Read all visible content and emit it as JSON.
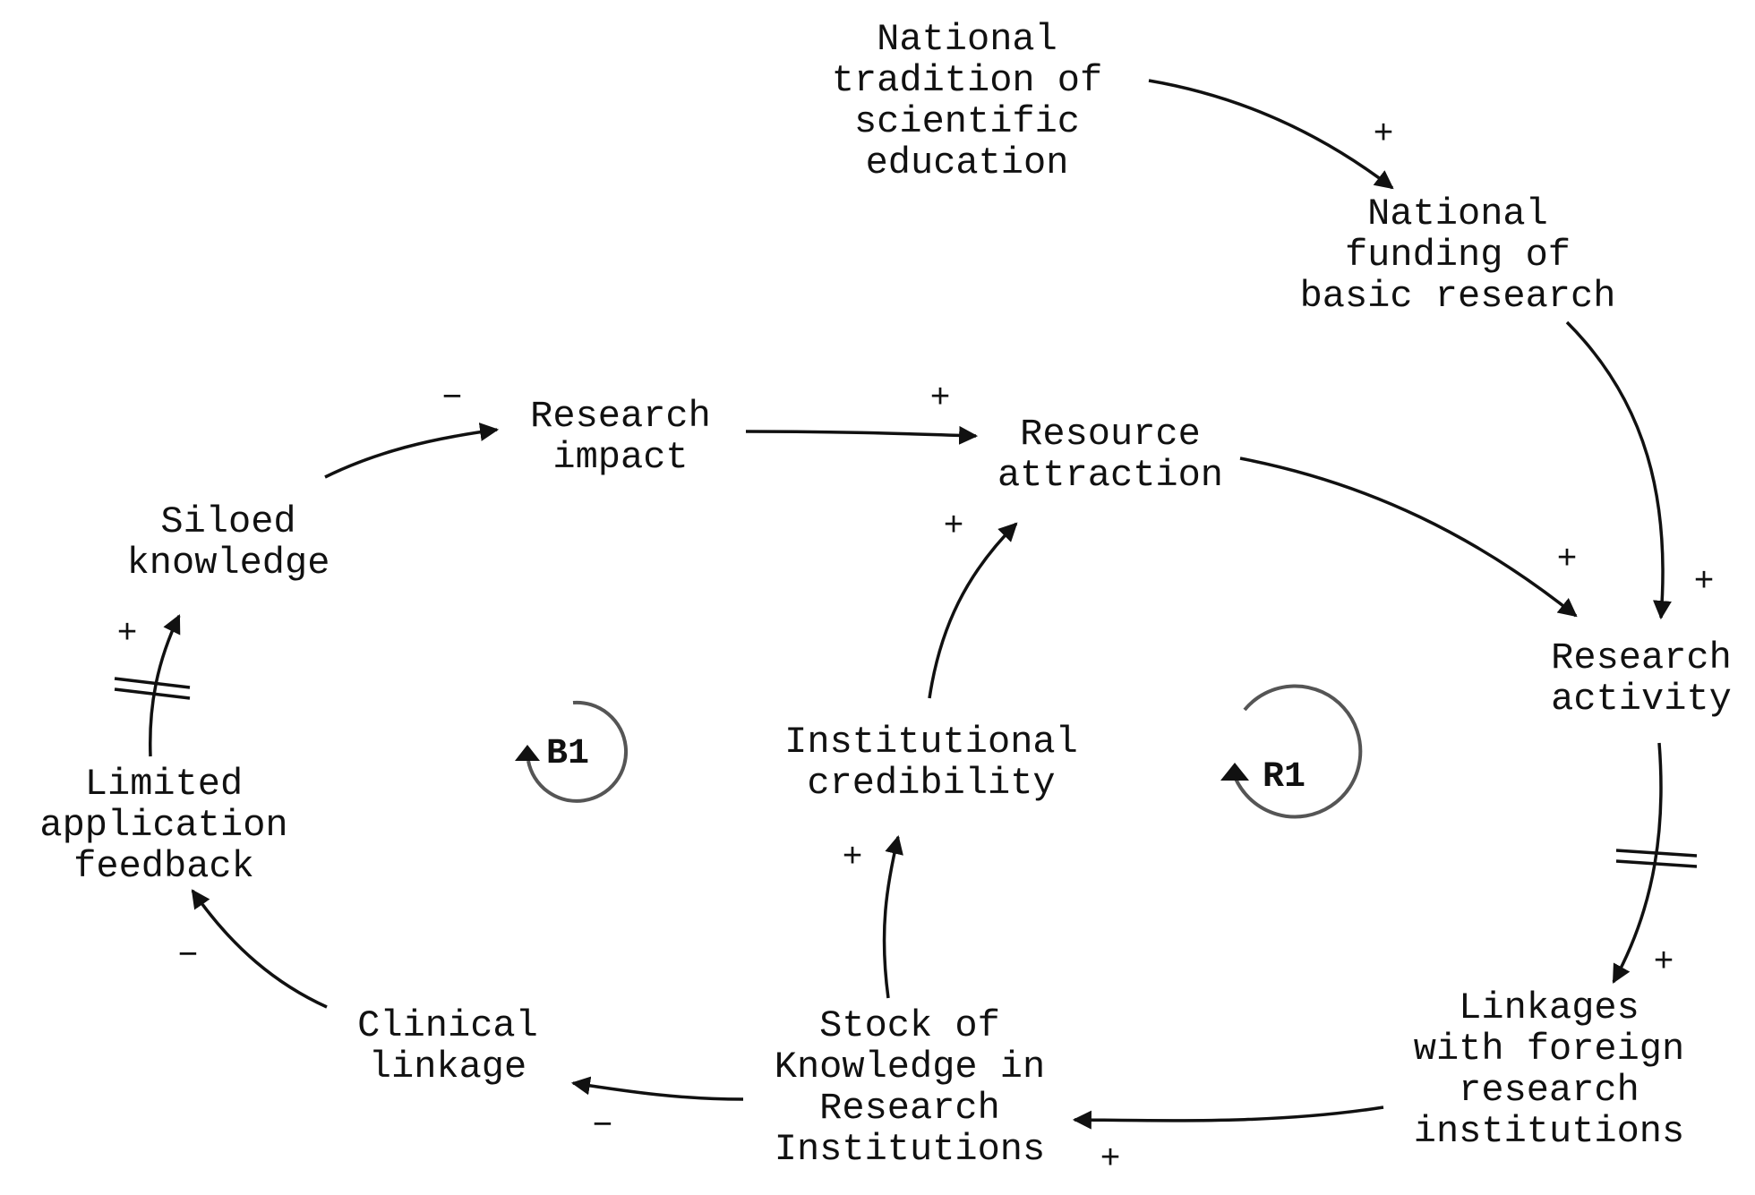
{
  "nodes": {
    "national_tradition": [
      "National",
      "tradition of",
      "scientific",
      "education"
    ],
    "national_funding": [
      "National",
      "funding of",
      "basic research"
    ],
    "research_impact": [
      "Research",
      "impact"
    ],
    "resource_attraction": [
      "Resource",
      "attraction"
    ],
    "siloed_knowledge": [
      "Siloed",
      "knowledge"
    ],
    "research_activity": [
      "Research",
      "activity"
    ],
    "institutional_credibility": [
      "Institutional",
      "credibility"
    ],
    "limited_application_feedback": [
      "Limited",
      "application",
      "feedback"
    ],
    "linkages_foreign": [
      "Linkages",
      "with foreign",
      "research",
      "institutions"
    ],
    "clinical_linkage": [
      "Clinical",
      "linkage"
    ],
    "stock_of_knowledge": [
      "Stock of",
      "Knowledge in",
      "Research",
      "Institutions"
    ]
  },
  "polarities": {
    "tradition_to_funding": "+",
    "funding_to_activity": "+",
    "attraction_to_activity": "+",
    "impact_to_attraction": "+",
    "siloed_to_impact": "−",
    "credibility_to_attraction": "+",
    "limited_to_siloed": "+",
    "activity_to_linkages": "+",
    "linkages_to_stock": "+",
    "stock_to_credibility": "+",
    "stock_to_clinical": "−",
    "clinical_to_limited": "−"
  },
  "loops": {
    "balancing": "B1",
    "reinforcing": "R1"
  },
  "colors": {
    "ink": "#111111",
    "loop_arc": "#555555",
    "background": "#ffffff"
  }
}
